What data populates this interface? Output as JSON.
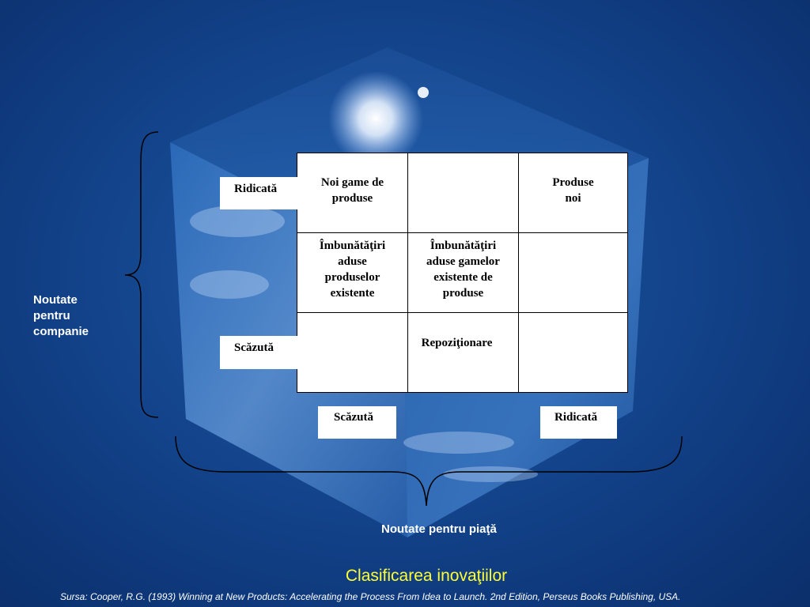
{
  "matrix": {
    "cells": [
      [
        "Noi game de produse",
        "",
        "Produse noi"
      ],
      [
        "Îmbunătăţiri aduse produselor existente",
        "Îmbunătăţiri aduse gamelor existente de produse",
        ""
      ],
      [
        "",
        "Repoziţionare",
        ""
      ]
    ]
  },
  "axes": {
    "y_label": "Noutate pentru companie",
    "y_high": "Ridicată",
    "y_low": "Scăzută",
    "x_label": "Noutate pentru piaţă",
    "x_low": "Scăzută",
    "x_high": "Ridicată"
  },
  "title": "Clasificarea inovaţiilor",
  "source": "Sursa: Cooper, R.G. (1993) Winning at New Products: Accelerating the Process From Idea to Launch. 2nd Edition, Perseus Books Publishing, USA.",
  "colors": {
    "background": "#164a93",
    "title": "#ffff33",
    "text_light": "#ffffff"
  }
}
